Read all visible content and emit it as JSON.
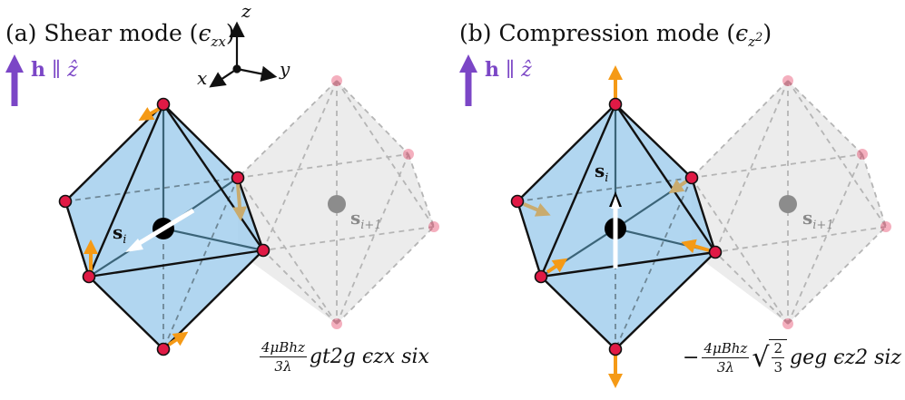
{
  "panel_a": {
    "title_prefix": "(a) Shear mode (",
    "title_eps": "ϵ",
    "title_sub": "zx",
    "title_suffix": ")",
    "field_h": "h",
    "field_rel": "∥",
    "field_z": "ẑ",
    "axis_z": "z",
    "axis_x": "x",
    "axis_y": "y",
    "spin_i": "s",
    "spin_i_sub": "i",
    "spin_next": "s",
    "spin_next_sub": "i+1",
    "formula_num": "4μBhz",
    "formula_den": "3λ",
    "formula_body": "gt2g ϵzx six"
  },
  "panel_b": {
    "title_prefix": "(b) Compression mode (",
    "title_eps": "ϵ",
    "title_sub": "z",
    "title_sup": "2",
    "title_suffix": ")",
    "field_h": "h",
    "field_rel": "∥",
    "field_z": "ẑ",
    "spin_i": "s",
    "spin_i_sub": "i",
    "spin_next": "s",
    "spin_next_sub": "i+1",
    "formula_sign": "−",
    "formula_num": "4μBhz",
    "formula_den": "3λ",
    "sqrt_num": "2",
    "sqrt_den": "3",
    "formula_body": "geg ϵz2 siz"
  },
  "colors": {
    "octahedron_fill": "#a9d2ee",
    "ghost_fill": "#e6e6e6",
    "vertex": "#e01a45",
    "arrow_orange": "#f59a16",
    "arrow_tan": "#c9ab6e",
    "field_purple": "#7b46c6",
    "edge_dark": "#111111",
    "inner_line": "#3b6478"
  }
}
